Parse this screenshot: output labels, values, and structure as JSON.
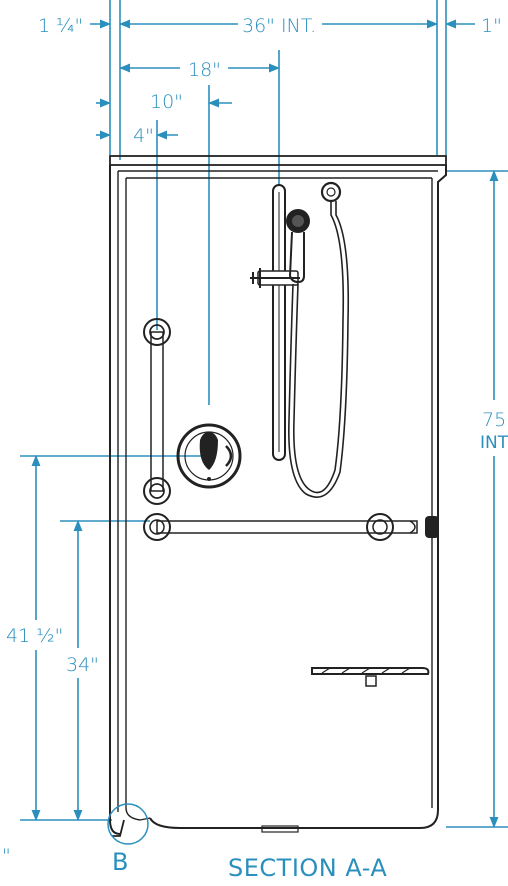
{
  "drawing": {
    "title": "SECTION A-A",
    "detail_marker": "B",
    "dimensions": {
      "wall_thickness": "1 ¼\"",
      "interior_width": "36\" INT.",
      "right_flange": "1\"",
      "valve_offset": "18\"",
      "valve_from_wall": "10\"",
      "grab_bar_offset": "4\"",
      "height_value": "75",
      "height_suffix": "INT",
      "valve_height": "41 ½\"",
      "grab_bar_height": "34\"",
      "partial_bottom_left": "\""
    },
    "colors": {
      "dimension": "#2b8fbd",
      "outline": "#222222"
    },
    "icons": [
      "grab-bar-icon",
      "slide-bar-icon",
      "hand-shower-icon",
      "hose-icon",
      "valve-handle-icon",
      "soap-shelf-icon"
    ]
  }
}
